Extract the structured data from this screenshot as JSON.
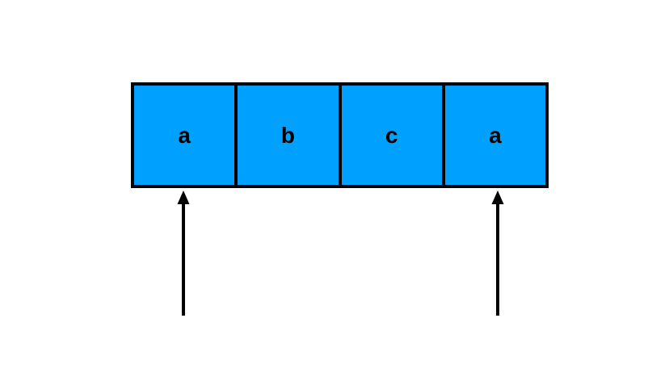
{
  "diagram": {
    "cells": [
      {
        "label": "a"
      },
      {
        "label": "b"
      },
      {
        "label": "c"
      },
      {
        "label": "a"
      }
    ],
    "pointers": [
      {
        "name": "left-pointer",
        "target_index": 0,
        "direction": "up"
      },
      {
        "name": "right-pointer",
        "target_index": 3,
        "direction": "up"
      }
    ]
  },
  "icons": {
    "arrow_up": "up-arrow-icon"
  },
  "colors": {
    "cell-fill": "#00A0FF",
    "cell-border": "#000000",
    "arrow": "#000000",
    "background": "#FFFFFF"
  }
}
